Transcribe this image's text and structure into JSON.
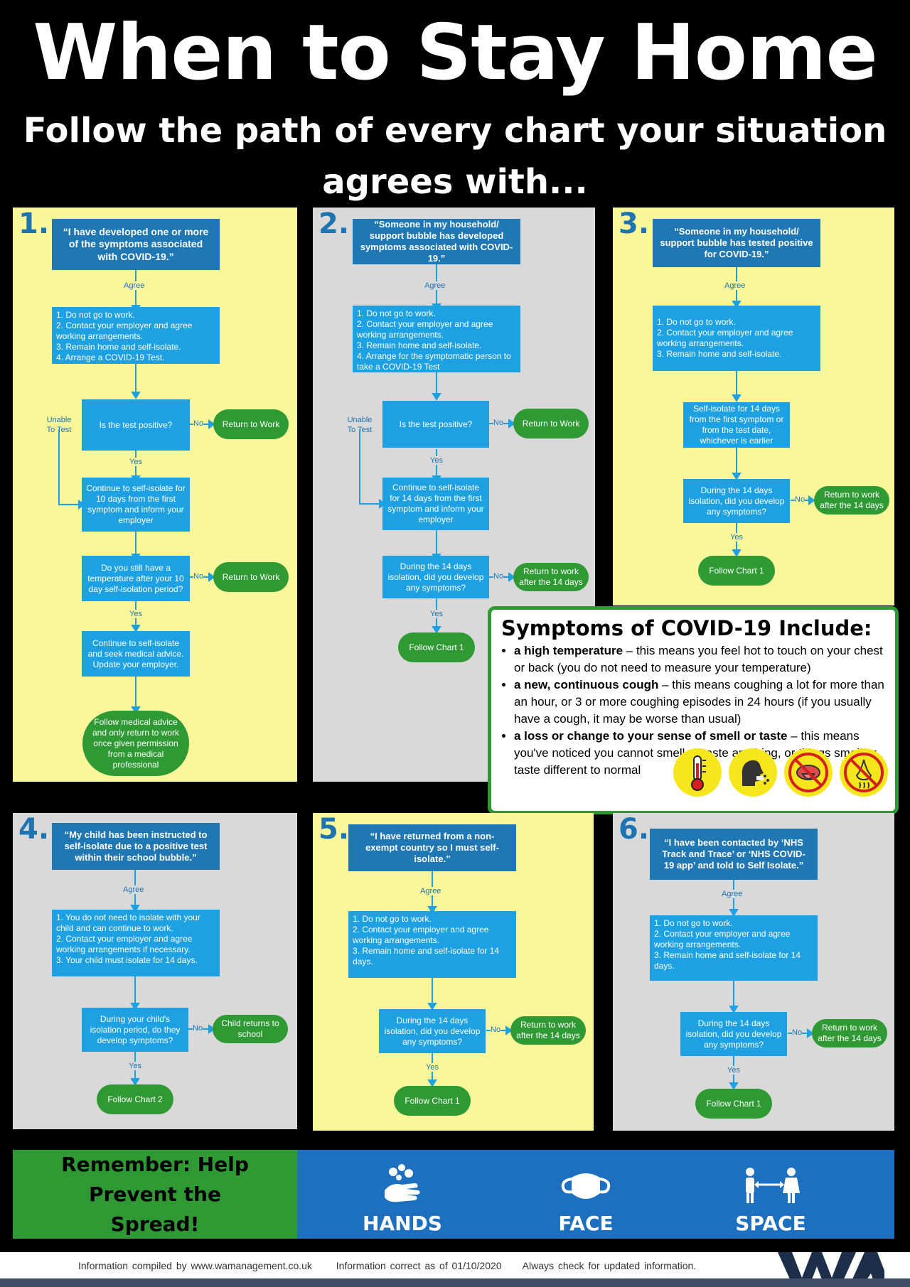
{
  "header": {
    "title": "When to Stay Home",
    "subtitle": "Follow the path of every chart your situation agrees with..."
  },
  "labels": {
    "agree": "Agree",
    "yes": "Yes",
    "no": "No",
    "unable": "Unable To Test"
  },
  "charts": [
    {
      "number": "1.",
      "question": "“I have developed one or more of the symptoms associated with COVID-19.”",
      "actions": "1. Do not go to work.\n2. Contact your employer and agree working arrangements.\n3. Remain home and self-isolate.\n4. Arrange a COVID-19 Test.",
      "decision1": "Is the test positive?",
      "no1": "Return to Work",
      "step2": "Continue to self-isolate for 10 days from the first symptom and inform your employer",
      "decision2": "Do you still have a temperature after your 10 day self-isolation period?",
      "no2": "Return to Work",
      "step3": "Continue to self-isolate and seek medical advice. Update your employer.",
      "end": "Follow medical advice and only return to work once given permission from a medical professional"
    },
    {
      "number": "2.",
      "question": "“Someone in my household/ support bubble has developed symptoms associated with COVID-19.”",
      "actions": "1. Do not go to work.\n2. Contact your employer and agree working arrangements.\n3. Remain home and self-isolate.\n4. Arrange for the symptomatic person to take a COVID-19 Test",
      "decision1": "Is the test positive?",
      "no1": "Return to Work",
      "step2": "Continue to self-isolate for 14 days from the first symptom and inform your employer",
      "decision2": "During the 14 days isolation, did you develop any symptoms?",
      "no2": "Return to work after the 14 days",
      "end": "Follow Chart 1"
    },
    {
      "number": "3.",
      "question": "“Someone in my household/ support bubble has tested positive for COVID-19.”",
      "actions": "1. Do not go to work.\n2. Contact your employer and agree working arrangements.\n3. Remain home and self-isolate.",
      "step2": "Self-isolate for 14 days from the first symptom or from the test date, whichever is earlier",
      "decision2": "During the 14 days isolation, did you develop any symptoms?",
      "no2": "Return to work after the 14 days",
      "end": "Follow Chart 1"
    },
    {
      "number": "4.",
      "question": "“My child has been instructed to self-isolate due to a positive test within their school bubble.”",
      "actions": "1. You do not need to isolate with your child and can continue to work.\n2. Contact your employer and agree working arrangements if necessary.\n3. Your child must isolate for 14 days.",
      "decision2": "During your child's isolation period, do they develop symptoms?",
      "no2": "Child returns to school",
      "end": "Follow Chart 2"
    },
    {
      "number": "5.",
      "question": "“I have returned from a non-exempt country so I must self-isolate.”",
      "actions": "1. Do not go to work.\n2. Contact your employer and agree working arrangements.\n3. Remain home and self-isolate for 14 days.",
      "decision2": "During the 14 days isolation, did you develop any symptoms?",
      "no2": "Return to work after the 14 days",
      "end": "Follow Chart 1"
    },
    {
      "number": "6.",
      "question": "“I have been contacted by ‘NHS Track and Trace’ or ‘NHS COVID-19 app’ and told to Self Isolate.”",
      "actions": "1. Do not go to work.\n2. Contact your employer and agree working arrangements.\n3. Remain home and self-isolate for 14 days.",
      "decision2": "During the 14 days isolation, did you develop any symptoms?",
      "no2": "Return to work after the 14 days",
      "end": "Follow Chart 1"
    }
  ],
  "symptoms": {
    "title": "Symptoms of COVID-19 Include:",
    "items": [
      {
        "bold": "a high temperature",
        "rest": " – this means you feel hot to touch on your chest or back (you do not need to measure your temperature)"
      },
      {
        "bold": "a new, continuous cough",
        "rest": " – this means coughing a lot for more than an hour, or 3 or more coughing episodes in 24 hours (if you usually have a cough, it may be worse than usual)"
      },
      {
        "bold": "a loss or change to your sense of smell or taste",
        "rest": " – this means you've noticed you cannot smell or taste anything, or things smell or taste different to normal"
      }
    ],
    "icons": [
      "thermometer-icon",
      "cough-icon",
      "no-taste-icon",
      "no-smell-icon"
    ]
  },
  "footer": {
    "reminder": "Remember: Help Prevent the Spread!",
    "hands": "HANDS",
    "face": "FACE",
    "space": "SPACE"
  },
  "info": {
    "compiled": "Information compiled by www.wamanagement.co.uk",
    "correct": "Information correct as of 01/10/2020",
    "check": "Always check for updated information.",
    "logo": "WA"
  },
  "colors": {
    "panel_yellow": "#faf79a",
    "panel_grey": "#d9d9d9",
    "question_blue": "#1f77b4",
    "action_blue": "#1ea1e2",
    "pill_green": "#2f9a34",
    "footer_blue": "#1d6fc0"
  }
}
